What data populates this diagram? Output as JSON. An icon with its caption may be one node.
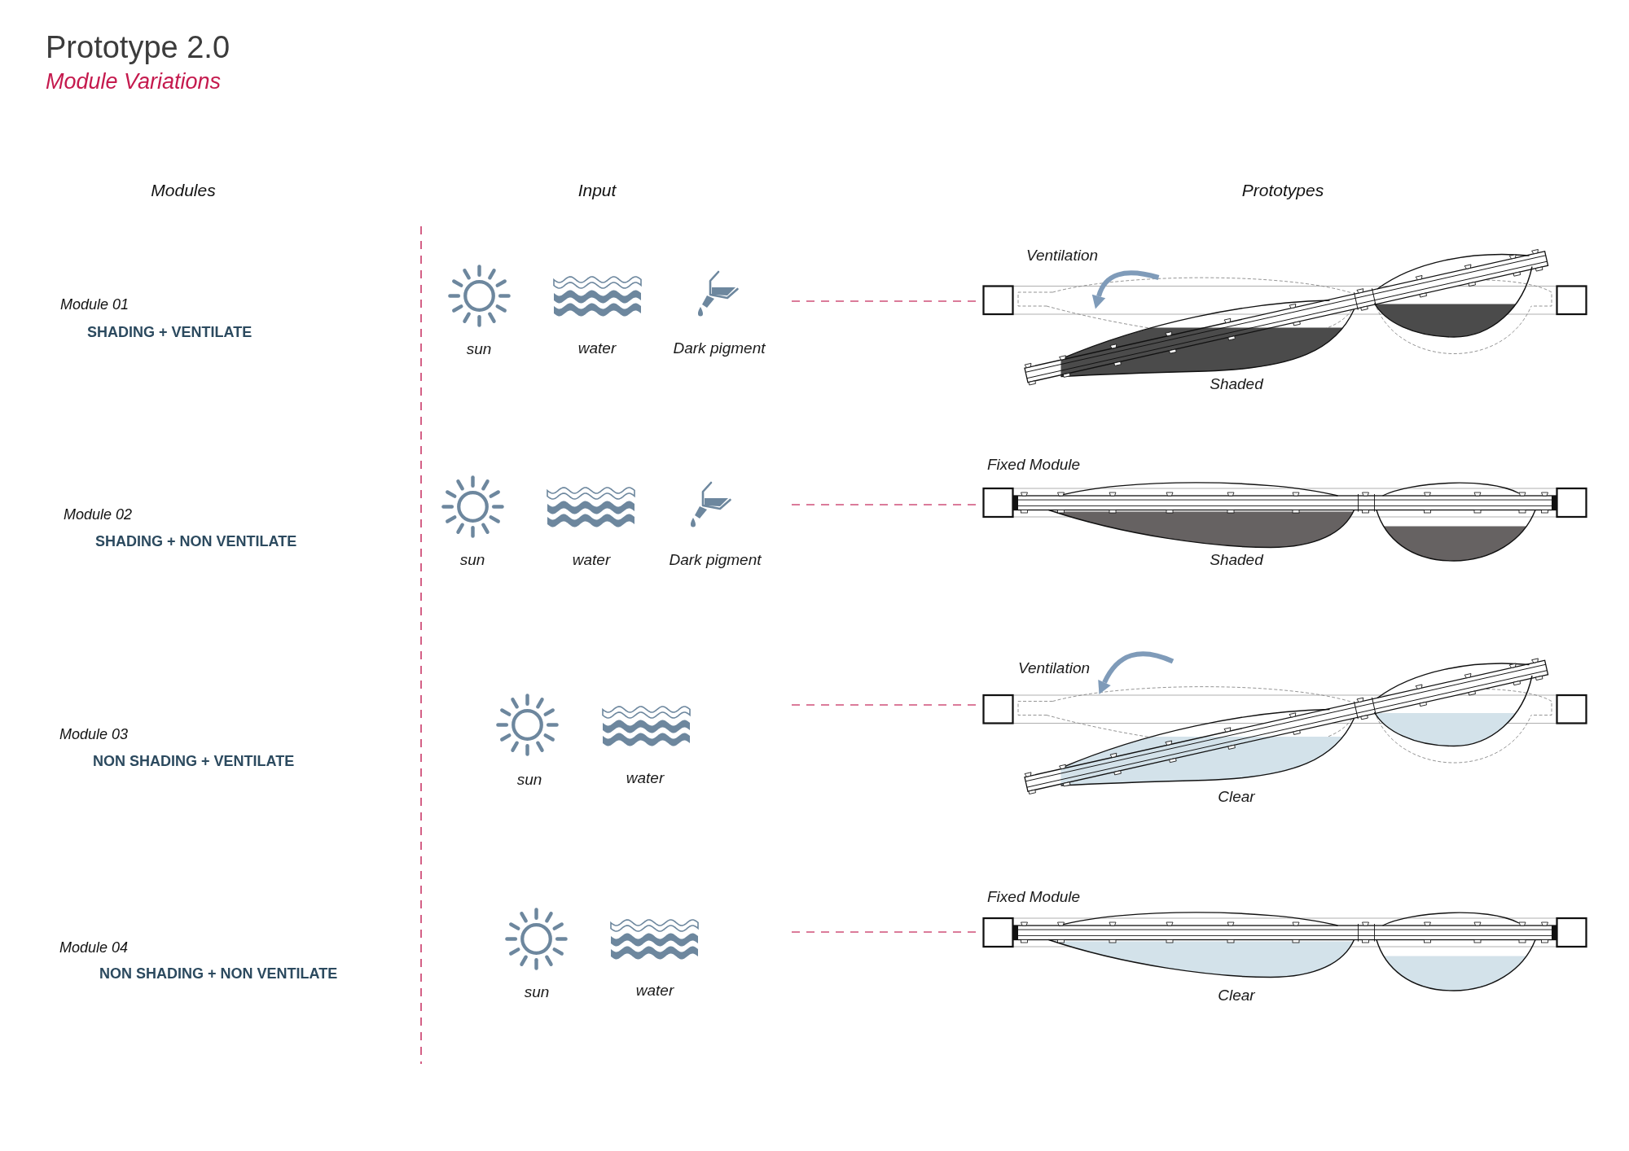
{
  "diagram": {
    "title": "Prototype 2.0",
    "nodes": [
      {
        "text": [
          "Ventilation",
          "Shaded"
        ]
      },
      {
        "text": [
          "Fixed Module",
          "Shaded"
        ]
      },
      {
        "text": [
          "Ventilation",
          "Clear"
        ]
      },
      {
        "text": [
          "Fixed Module",
          "Clear"
        ]
      }
    ],
    "edges": [
      {
        "from": null,
        "to": 0,
        "arrow": "none",
        "style": "dashed",
        "color": "#d0507a"
      },
      {
        "from": null,
        "to": 1,
        "arrow": "none",
        "style": "dashed",
        "color": "#d0507a"
      },
      {
        "from": null,
        "to": 2,
        "arrow": "none",
        "style": "dashed",
        "color": "#d0507a"
      },
      {
        "from": null,
        "to": 3,
        "arrow": "none",
        "style": "dashed",
        "color": "#d0507a"
      }
    ],
    "labels": [
      "Module Variations",
      "Modules",
      "Input",
      "Prototypes",
      "Module 01",
      "SHADING + VENTILATE",
      "sun",
      "water",
      "Dark pigment",
      "Module 02",
      "SHADING + NON VENTILATE",
      "sun",
      "water",
      "Dark pigment",
      "Module 03",
      "NON SHADING + VENTILATE",
      "sun",
      "water",
      "Module 04",
      "NON SHADING + NON VENTILATE",
      "sun",
      "water"
    ]
  }
}
